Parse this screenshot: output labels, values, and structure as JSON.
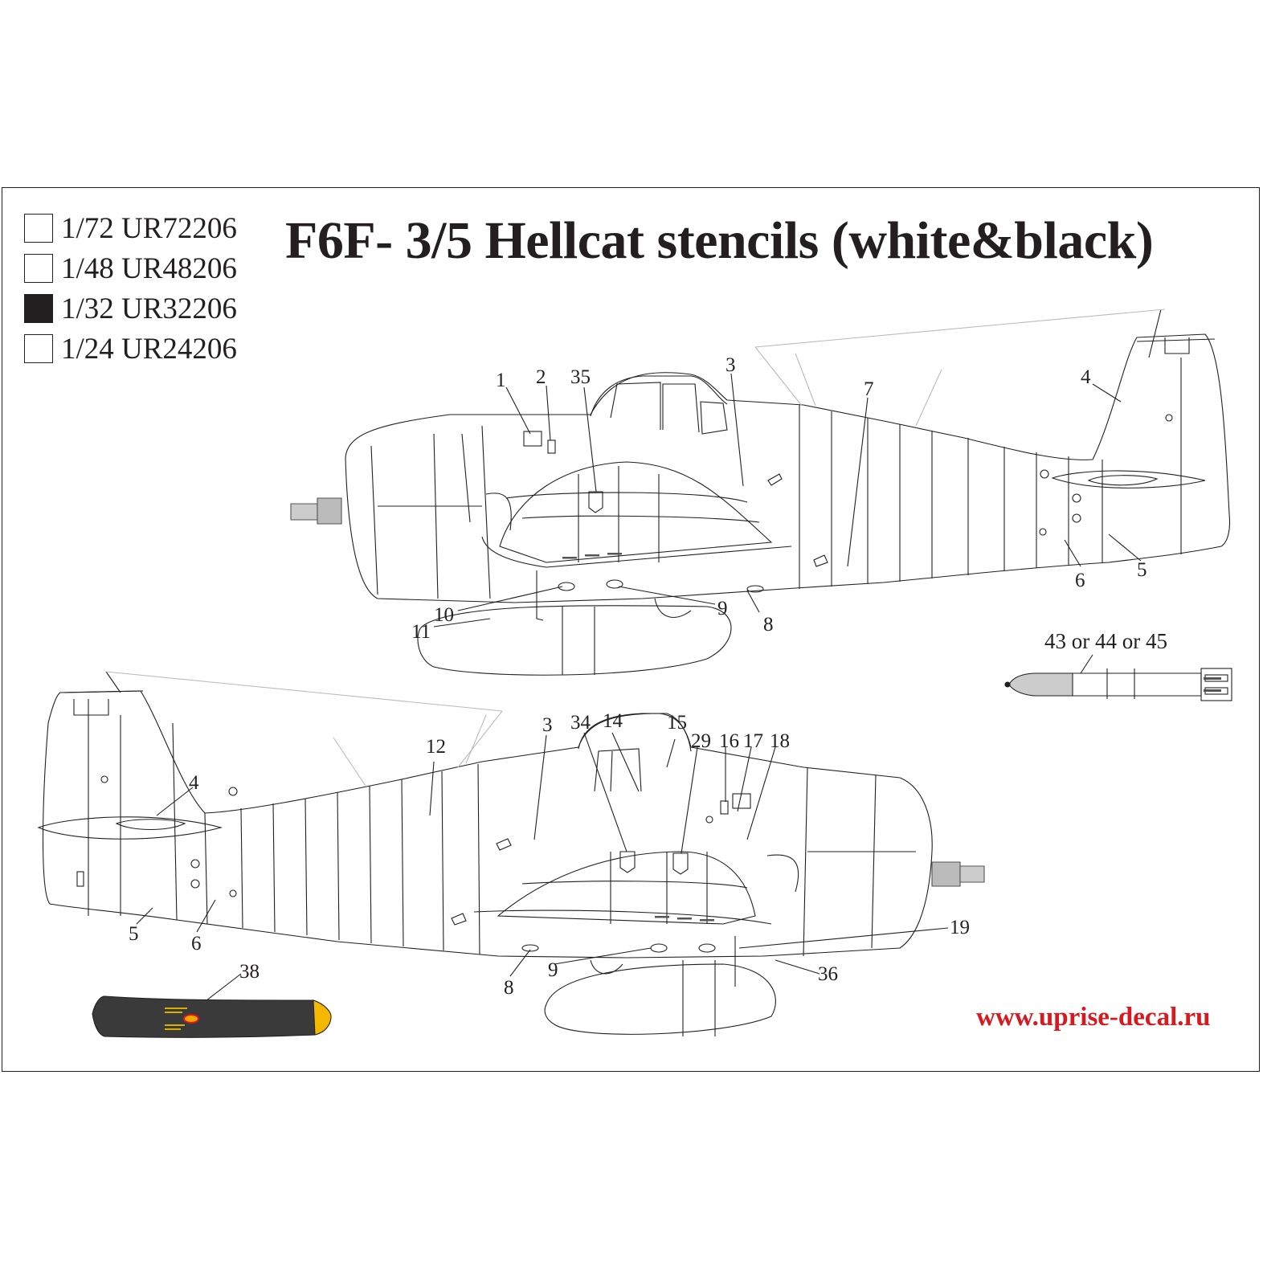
{
  "scales": [
    {
      "scale": "1/72",
      "code": "UR72206",
      "selected": false
    },
    {
      "scale": "1/48",
      "code": "UR48206",
      "selected": false
    },
    {
      "scale": "1/32",
      "code": "UR32206",
      "selected": true
    },
    {
      "scale": "1/24",
      "code": "UR24206",
      "selected": false
    }
  ],
  "title": "F6F- 3/5 Hellcat stencils (white&black)",
  "url": "www.uprise-decal.ru",
  "top_view": {
    "callouts": [
      "1",
      "2",
      "35",
      "3",
      "7",
      "4",
      "6",
      "5",
      "10",
      "11",
      "9",
      "8"
    ]
  },
  "bottom_view": {
    "callouts": [
      "12",
      "3",
      "34",
      "14",
      "15",
      "29",
      "16",
      "17",
      "18",
      "4",
      "5",
      "6",
      "19",
      "36",
      "9",
      "8",
      "38"
    ]
  },
  "rocket_label": "43 or 44 or 45",
  "colors": {
    "ink": "#231f20",
    "url_red": "#d71920",
    "propeller": "#3a3a3a",
    "propeller_tip": "#f5b800",
    "rocket_grey": "#cccccc"
  }
}
